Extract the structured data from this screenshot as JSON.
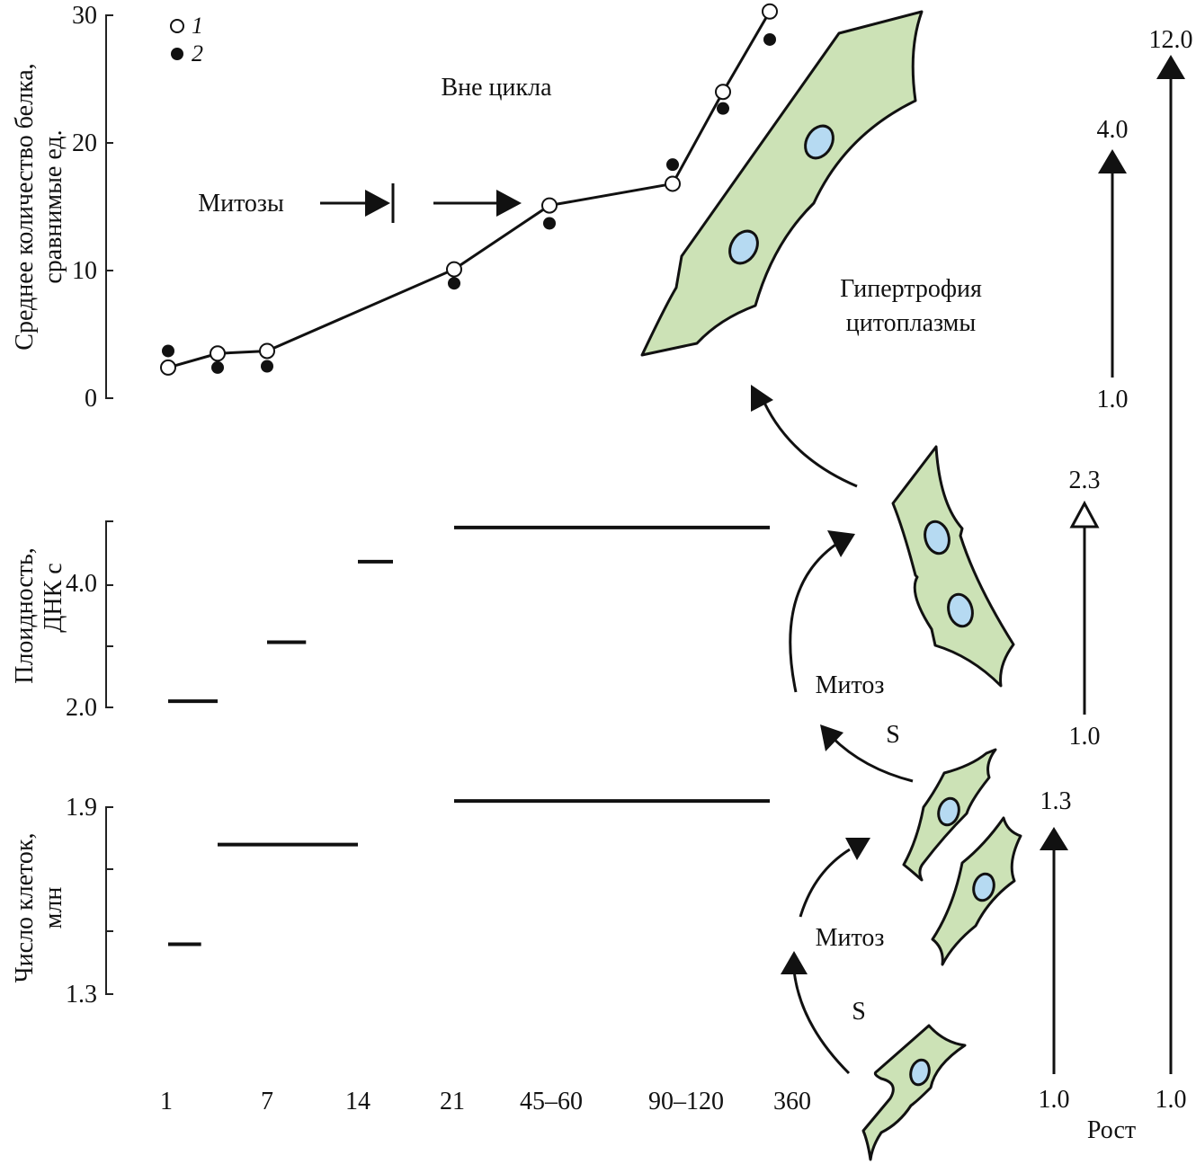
{
  "chart_data": [
    {
      "type": "line",
      "name": "protein",
      "title": "",
      "ylabel_lines": [
        "Среднее количество белка,",
        "сравнимые ед."
      ],
      "ylim": [
        0,
        30
      ],
      "yticks": [
        0,
        10,
        20,
        30
      ],
      "x_categories": [
        "1",
        "7",
        "14",
        "21",
        "45–60",
        "90–120",
        "360"
      ],
      "series": [
        {
          "name": "1",
          "marker": "open-circle",
          "connected": true,
          "points": [
            [
              1,
              2.4
            ],
            [
              4,
              3.5
            ],
            [
              7,
              3.7
            ],
            [
              21,
              10.1
            ],
            [
              45,
              15.1
            ],
            [
              90,
              16.8
            ],
            [
              120,
              24.0
            ],
            [
              360,
              30.3
            ]
          ]
        },
        {
          "name": "2",
          "marker": "filled-circle",
          "connected": false,
          "points": [
            [
              1,
              3.7
            ],
            [
              4,
              2.4
            ],
            [
              7,
              2.5
            ],
            [
              21,
              9.0
            ],
            [
              45,
              13.7
            ],
            [
              90,
              18.3
            ],
            [
              120,
              22.7
            ],
            [
              360,
              28.1
            ]
          ]
        }
      ],
      "legend": [
        {
          "marker": "open-circle",
          "label": "1"
        },
        {
          "marker": "filled-circle",
          "label": "2"
        }
      ],
      "legend_position": "top-left",
      "annotations": {
        "out_of_cycle": "Вне цикла",
        "mitoses": "Митозы"
      }
    },
    {
      "type": "bar",
      "name": "ploidy",
      "ylabel_lines": [
        "Плоидность,",
        "ДНК с"
      ],
      "ylim": [
        2.0,
        5.0
      ],
      "yticks": [
        2.0,
        3.0,
        4.0,
        5.0
      ],
      "ytick_labels": [
        "2.0",
        "",
        "4.0",
        ""
      ],
      "segments": [
        {
          "from": 1,
          "to": 4,
          "value": 2.1
        },
        {
          "from": 7,
          "to": 10,
          "value": 3.05
        },
        {
          "from": 14,
          "to": 17,
          "value": 4.35
        },
        {
          "from": 21,
          "to": 360,
          "value": 4.9
        }
      ]
    },
    {
      "type": "bar",
      "name": "cell_count",
      "ylabel_lines": [
        "Число клеток,",
        "млн"
      ],
      "ylim": [
        1.3,
        1.9
      ],
      "yticks": [
        1.3,
        1.5,
        1.7,
        1.9
      ],
      "ytick_labels": [
        "1.3",
        "",
        "",
        "1.9"
      ],
      "segments": [
        {
          "from": 1,
          "to": 3,
          "value": 1.46
        },
        {
          "from": 4,
          "to": 14,
          "value": 1.78
        },
        {
          "from": 21,
          "to": 360,
          "value": 1.92
        }
      ]
    }
  ],
  "diagram": {
    "hypertrophy_label": [
      "Гипертрофия",
      "цитоплазмы"
    ],
    "mitosis_label": "Митоз",
    "s_phase_label": "S",
    "growth_label": "Рост",
    "growth_arrows": [
      {
        "name": "cell-count-growth",
        "from": "1.0",
        "to": "1.3",
        "head": "filled"
      },
      {
        "name": "ploidy-growth",
        "from": "1.0",
        "to": "2.3",
        "head": "open"
      },
      {
        "name": "protein-growth",
        "from": "1.0",
        "to": "4.0",
        "head": "filled"
      },
      {
        "name": "total-growth",
        "from": "1.0",
        "to": "12.0",
        "head": "filled"
      }
    ]
  },
  "colors": {
    "cytoplasm": "#cce2b6",
    "nucleus": "#b6daf2",
    "ink": "#111111"
  }
}
